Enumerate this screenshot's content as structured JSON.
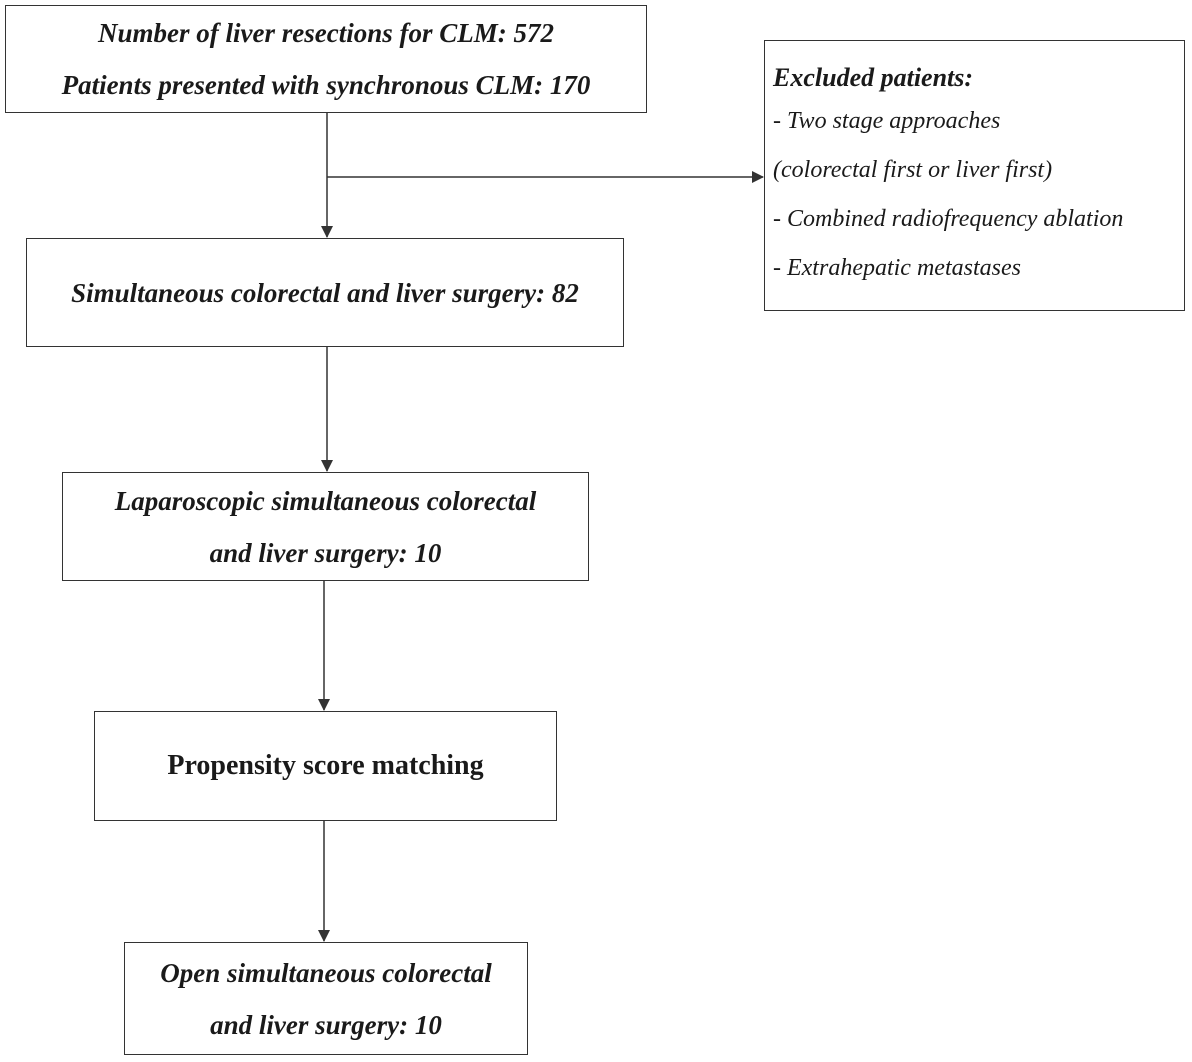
{
  "diagram": {
    "top_box": {
      "line1": "Number of liver resections for CLM: 572",
      "line2": "Patients presented with synchronous CLM: 170"
    },
    "excluded_box": {
      "heading": "Excluded patients:",
      "items": [
        "- Two stage approaches",
        "(colorectal first or liver first)",
        "- Combined radiofrequency ablation",
        "- Extrahepatic metastases"
      ]
    },
    "simultaneous_box": {
      "line1": "Simultaneous colorectal and liver surgery: 82"
    },
    "laparoscopic_box": {
      "line1": "Laparoscopic simultaneous colorectal",
      "line2": "and liver surgery: 10"
    },
    "matching_box": {
      "line1": "Propensity score matching"
    },
    "open_box": {
      "line1": "Open simultaneous colorectal",
      "line2": "and liver surgery: 10"
    },
    "colors": {
      "stroke": "#333333",
      "text": "#1a1a1a",
      "background": "#ffffff"
    }
  }
}
